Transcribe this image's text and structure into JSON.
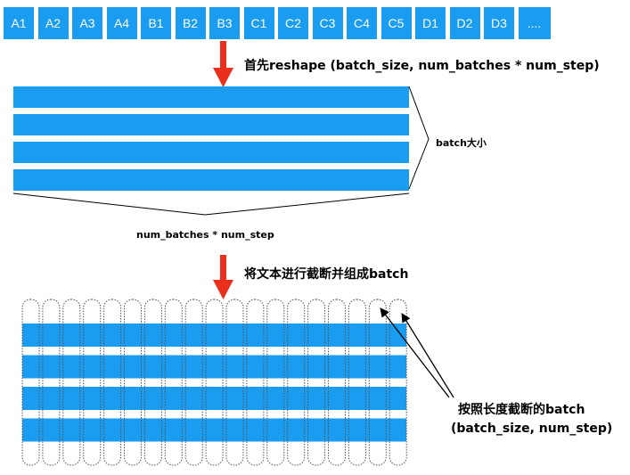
{
  "tokens": [
    "A1",
    "A2",
    "A3",
    "A4",
    "B1",
    "B2",
    "B3",
    "C1",
    "C2",
    "C3",
    "C4",
    "C5",
    "D1",
    "D2",
    "D3",
    "...."
  ],
  "labels": {
    "reshape": "首先reshape (batch_size, num_batches * num_step)",
    "batch_size": "batch大小",
    "width": "num_batches * num_step",
    "truncate": "将文本进行截断并组成batch",
    "batch_note_line1": "按照长度截断的batch",
    "batch_note_line2": "(batch_size, num_step)"
  },
  "colors": {
    "block": "#1a9cf0",
    "arrow": "#e8301c",
    "line": "#000000"
  },
  "counts": {
    "reshape_rows": 4,
    "batch_rows": 4,
    "batch_columns": 19
  },
  "icons": {
    "down_arrow": "down-arrow-icon"
  }
}
